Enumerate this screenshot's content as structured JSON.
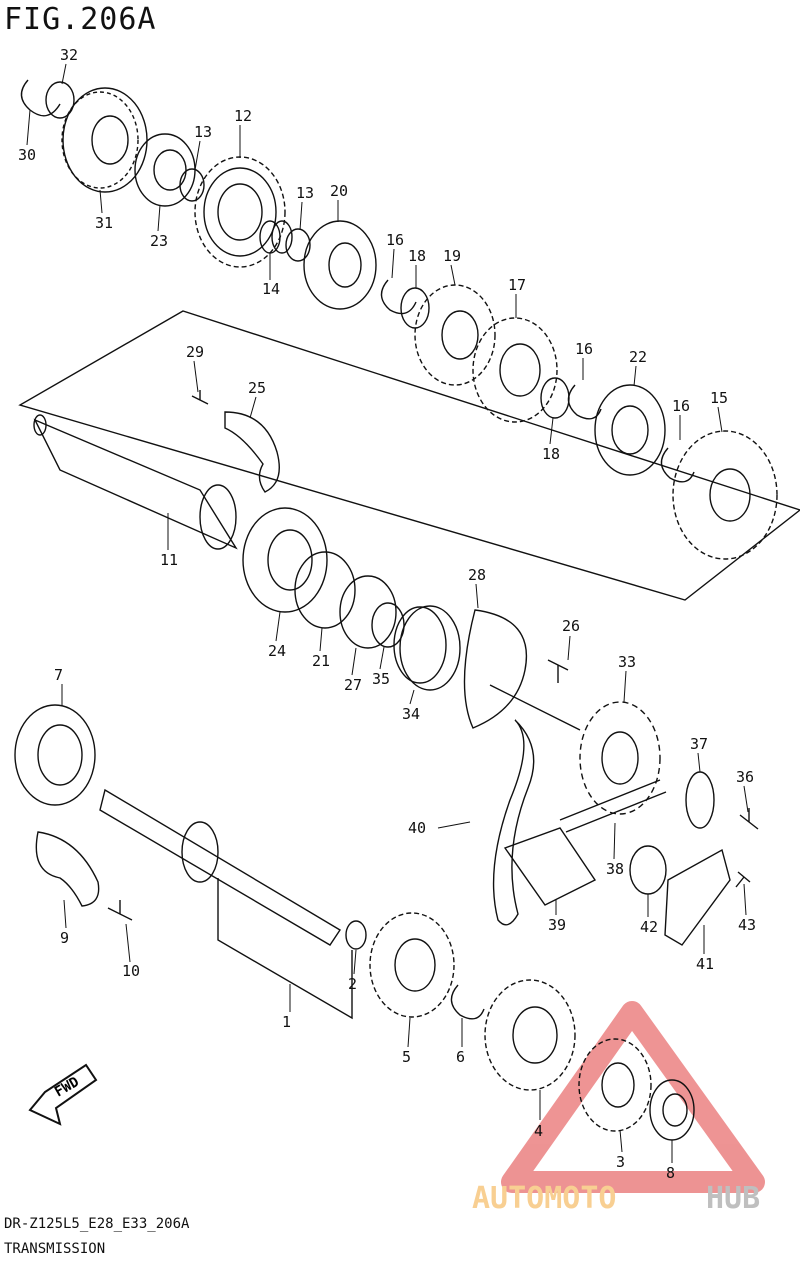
{
  "figure": {
    "title": "FIG.206A"
  },
  "footer": {
    "model_code": "DR-Z125L5_E28_E33_206A",
    "section": "TRANSMISSION"
  },
  "direction_arrow": {
    "label": "FWD"
  },
  "watermark": {
    "text_part1": "AUTOMOTO",
    "text_part2": "HUB",
    "color_part1": "#f4a83a",
    "color_part2": "#8c8c8c",
    "accent": "#e03c3c"
  },
  "callouts": [
    "32",
    "30",
    "31",
    "13",
    "12",
    "23",
    "13",
    "20",
    "14",
    "16",
    "18",
    "19",
    "17",
    "16",
    "22",
    "18",
    "16",
    "15",
    "29",
    "25",
    "11",
    "24",
    "21",
    "28",
    "26",
    "27",
    "35",
    "34",
    "33",
    "7",
    "37",
    "36",
    "40",
    "38",
    "39",
    "42",
    "43",
    "41",
    "9",
    "10",
    "1",
    "2",
    "5",
    "6",
    "4",
    "3",
    "8"
  ]
}
